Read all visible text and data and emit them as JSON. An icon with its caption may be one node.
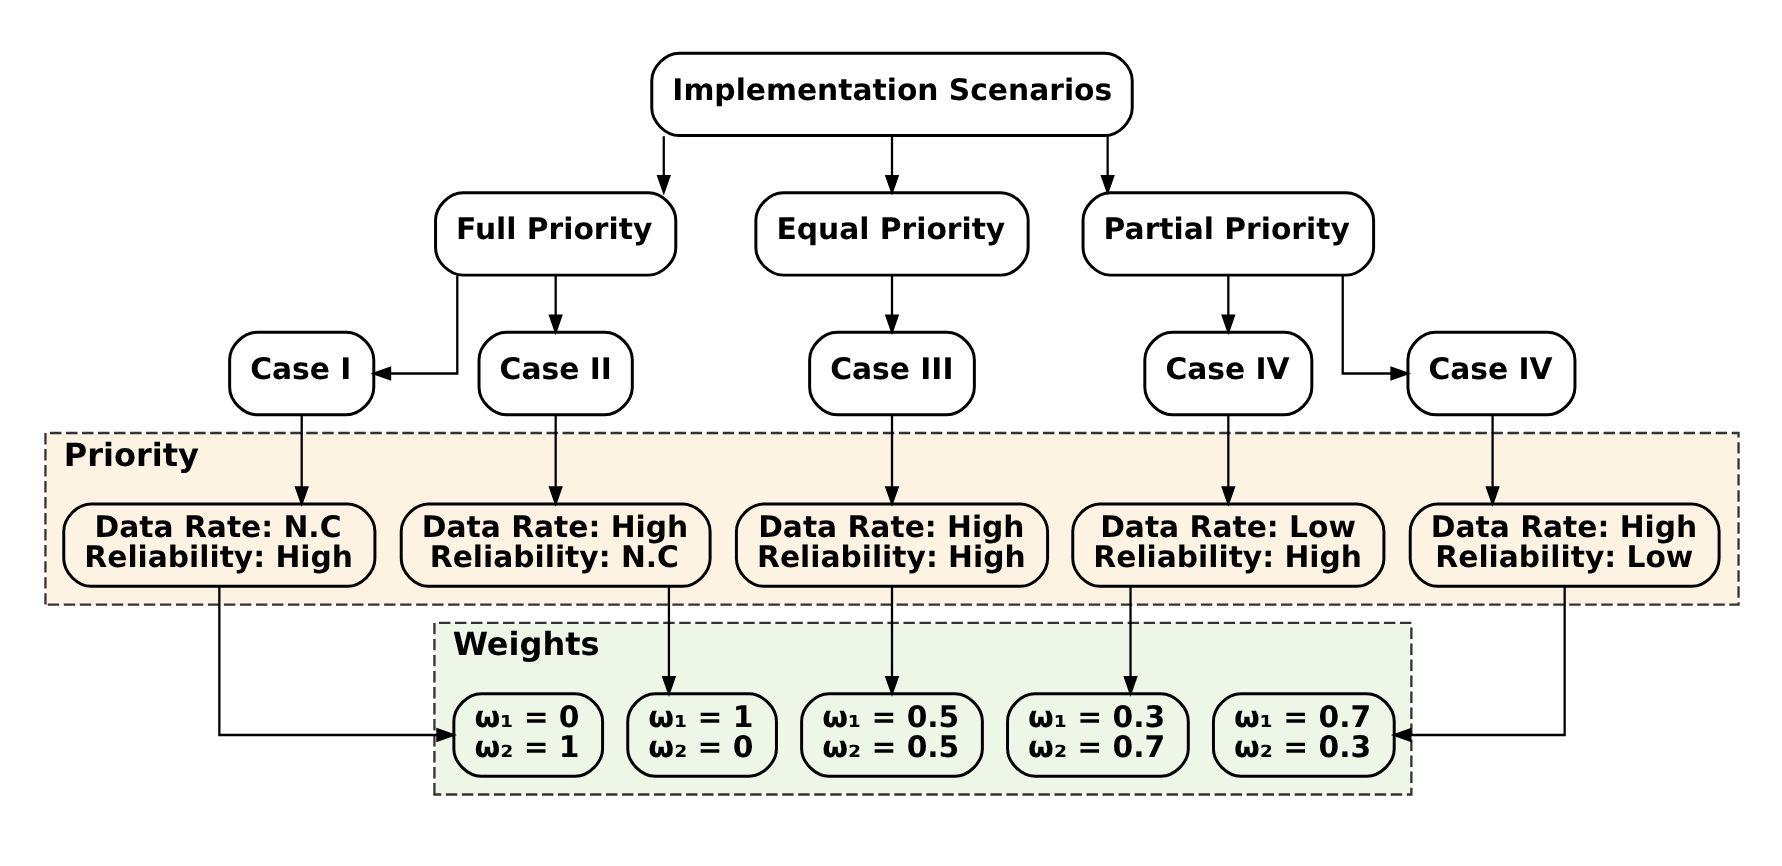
{
  "diagram": {
    "nodes": [
      {
        "text": [
          "Implementation Scenarios"
        ]
      },
      {
        "text": [
          "Full Priority"
        ]
      },
      {
        "text": [
          "Equal Priority"
        ]
      },
      {
        "text": [
          "Partial Priority"
        ]
      },
      {
        "text": [
          "Case I"
        ]
      },
      {
        "text": [
          "Case II"
        ]
      },
      {
        "text": [
          "Case III"
        ]
      },
      {
        "text": [
          "Case IV"
        ]
      },
      {
        "text": [
          "Case IV"
        ]
      },
      {
        "text": [
          "Priority"
        ]
      },
      {
        "text": [
          "Data Rate: N.C",
          "Reliability: High"
        ],
        "in": 9
      },
      {
        "text": [
          "Data Rate: High",
          "Reliability: N.C"
        ],
        "in": 9
      },
      {
        "text": [
          "Data Rate: High",
          "Reliability: High"
        ],
        "in": 9
      },
      {
        "text": [
          "Data Rate: Low",
          "Reliability: High"
        ],
        "in": 9
      },
      {
        "text": [
          "Data Rate: High",
          "Reliability: Low"
        ],
        "in": 9
      },
      {
        "text": [
          "Weights"
        ]
      },
      {
        "text": [
          "ω₁ = 0",
          "ω₂ = 1"
        ],
        "in": 15
      },
      {
        "text": [
          "ω₁ = 1",
          "ω₂ = 0"
        ],
        "in": 15
      },
      {
        "text": [
          "ω₁ = 0.5",
          "ω₂ = 0.5"
        ],
        "in": 15
      },
      {
        "text": [
          "ω₁ = 0.3",
          "ω₂ = 0.7"
        ],
        "in": 15
      },
      {
        "text": [
          "ω₁ = 0.7",
          "ω₂ = 0.3"
        ],
        "in": 15
      }
    ],
    "edges": [
      {
        "from": 0,
        "to": 1,
        "arrow": "to"
      },
      {
        "from": 0,
        "to": 2,
        "arrow": "to"
      },
      {
        "from": 0,
        "to": 3,
        "arrow": "to"
      },
      {
        "from": 1,
        "to": 4,
        "arrow": "to"
      },
      {
        "from": 1,
        "to": 5,
        "arrow": "to"
      },
      {
        "from": 2,
        "to": 6,
        "arrow": "to"
      },
      {
        "from": 3,
        "to": 7,
        "arrow": "to"
      },
      {
        "from": 3,
        "to": 8,
        "arrow": "to"
      },
      {
        "from": 4,
        "to": 10,
        "arrow": "to"
      },
      {
        "from": 5,
        "to": 11,
        "arrow": "to"
      },
      {
        "from": 6,
        "to": 12,
        "arrow": "to"
      },
      {
        "from": 7,
        "to": 13,
        "arrow": "to"
      },
      {
        "from": 8,
        "to": 14,
        "arrow": "to"
      },
      {
        "from": 10,
        "to": 16,
        "arrow": "to"
      },
      {
        "from": 11,
        "to": 17,
        "arrow": "to"
      },
      {
        "from": 12,
        "to": 18,
        "arrow": "to"
      },
      {
        "from": 13,
        "to": 19,
        "arrow": "to"
      },
      {
        "from": 14,
        "to": 20,
        "arrow": "to"
      }
    ]
  }
}
